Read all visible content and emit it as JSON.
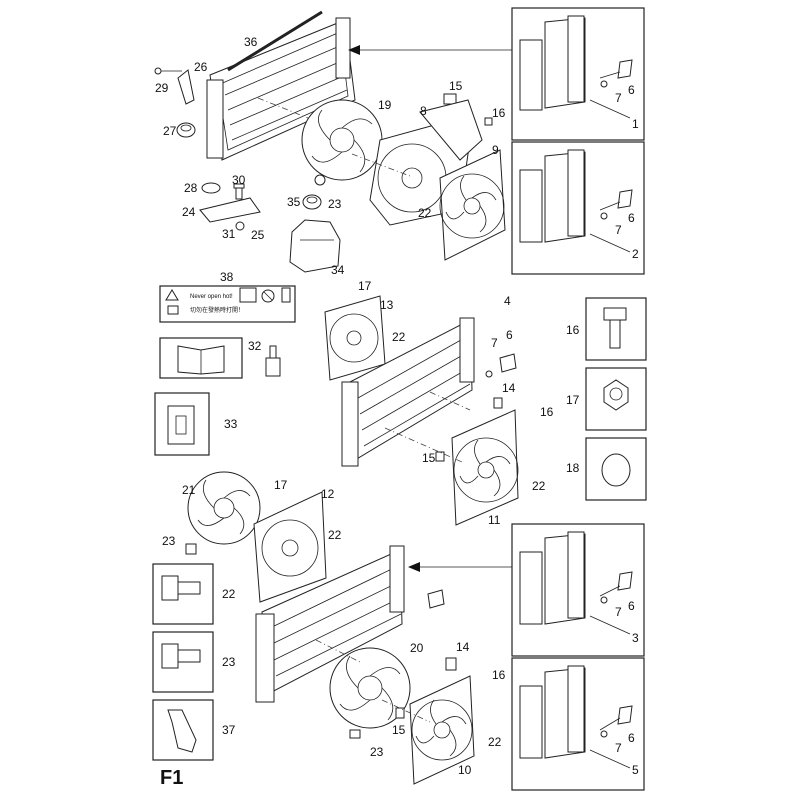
{
  "sheet_label": "F1",
  "warning_label": {
    "line1": "Never open hot!",
    "line2": "切勿在發熱時打開！"
  },
  "callouts": {
    "c36": "36",
    "c26": "26",
    "c29": "29",
    "c27": "27",
    "c19": "19",
    "c15a": "15",
    "c8": "8",
    "c16a": "16",
    "c9": "9",
    "c28": "28",
    "c30": "30",
    "c24": "24",
    "c31": "31",
    "c25": "25",
    "c35": "35",
    "c23a": "23",
    "c22a": "22",
    "c34": "34",
    "c38": "38",
    "c32": "32",
    "c33": "33",
    "c17a": "17",
    "c13": "13",
    "c22b": "22",
    "c4": "4",
    "c6a": "6",
    "c7a": "7",
    "c14a": "14",
    "c16b": "16",
    "c15b": "15",
    "c22c": "22",
    "c11": "11",
    "c21": "21",
    "c17b": "17",
    "c12": "12",
    "c22d": "22",
    "c23b": "23",
    "c20": "20",
    "c14b": "14",
    "c16c": "16",
    "c15c": "15",
    "c22e": "22",
    "c23c": "23",
    "c10": "10",
    "box1_7": "7",
    "box1_6": "6",
    "box1_1": "1",
    "box2_6": "6",
    "box2_7": "7",
    "box2_2": "2",
    "box3_7": "7",
    "box3_6": "6",
    "box3_3": "3",
    "box4_6": "6",
    "box4_7": "7",
    "box4_5": "5",
    "box16": "16",
    "box17": "17",
    "box18": "18",
    "box22": "22",
    "box23": "23",
    "box37": "37"
  },
  "icons": [
    "radiator",
    "cooling-fan",
    "fan-shroud",
    "coolant-reservoir",
    "bracket",
    "bolt",
    "nut",
    "o-ring",
    "clip",
    "warning-label",
    "service-manual",
    "drain-plug"
  ]
}
